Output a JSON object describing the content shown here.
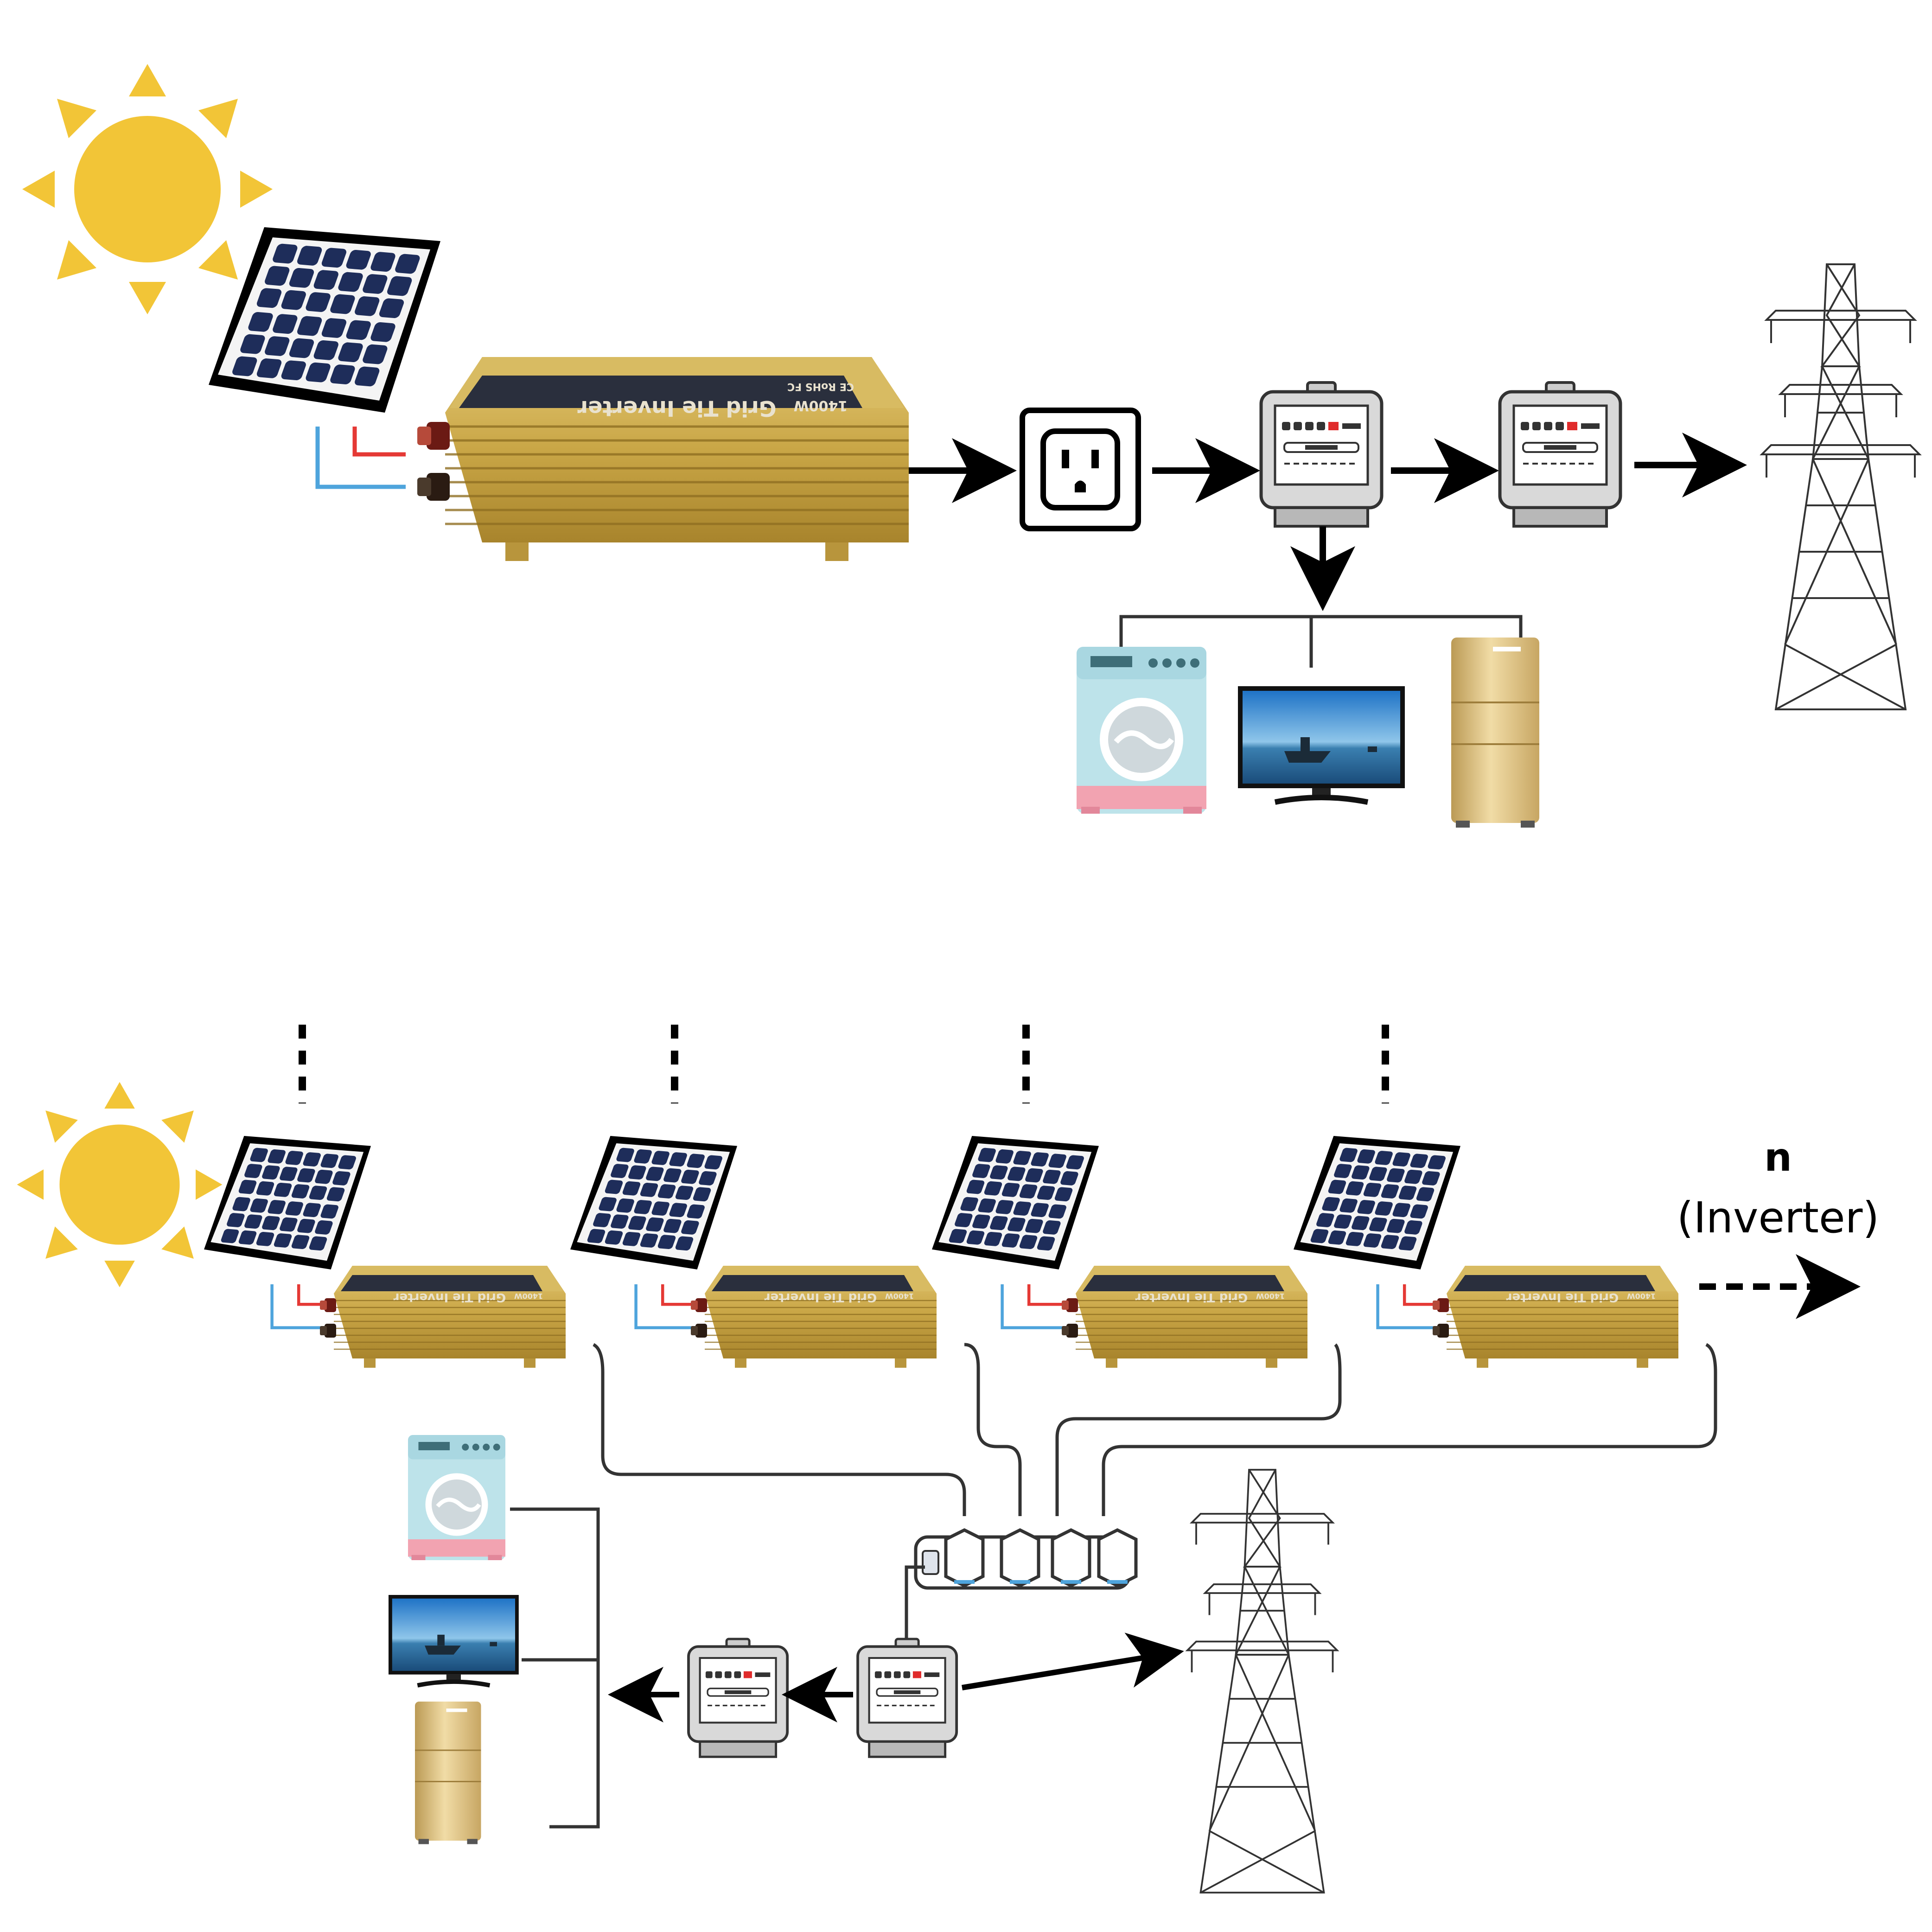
{
  "inverter": {
    "brand_label": "Grid Tie Inverter",
    "power_label": "1400W",
    "cert_label": "CE RoHS FC"
  },
  "expansion": {
    "count_symbol": "n",
    "unit_label": "(Inverter)"
  },
  "colors": {
    "sun": "#f2c537",
    "panel_cell": "#1e2d5a",
    "inverter_gold": "#c9a646",
    "wire_positive": "#e53935",
    "wire_negative": "#4ea4dc",
    "washer_body": "#bde3ea",
    "washer_base": "#f2a3b1",
    "fridge": "#d7b879"
  },
  "icons": [
    "sun-icon",
    "solar-panel-icon",
    "grid-tie-inverter-icon",
    "wall-socket-icon",
    "electric-meter-icon",
    "transmission-tower-icon",
    "washing-machine-icon",
    "television-icon",
    "refrigerator-icon",
    "power-strip-icon"
  ]
}
